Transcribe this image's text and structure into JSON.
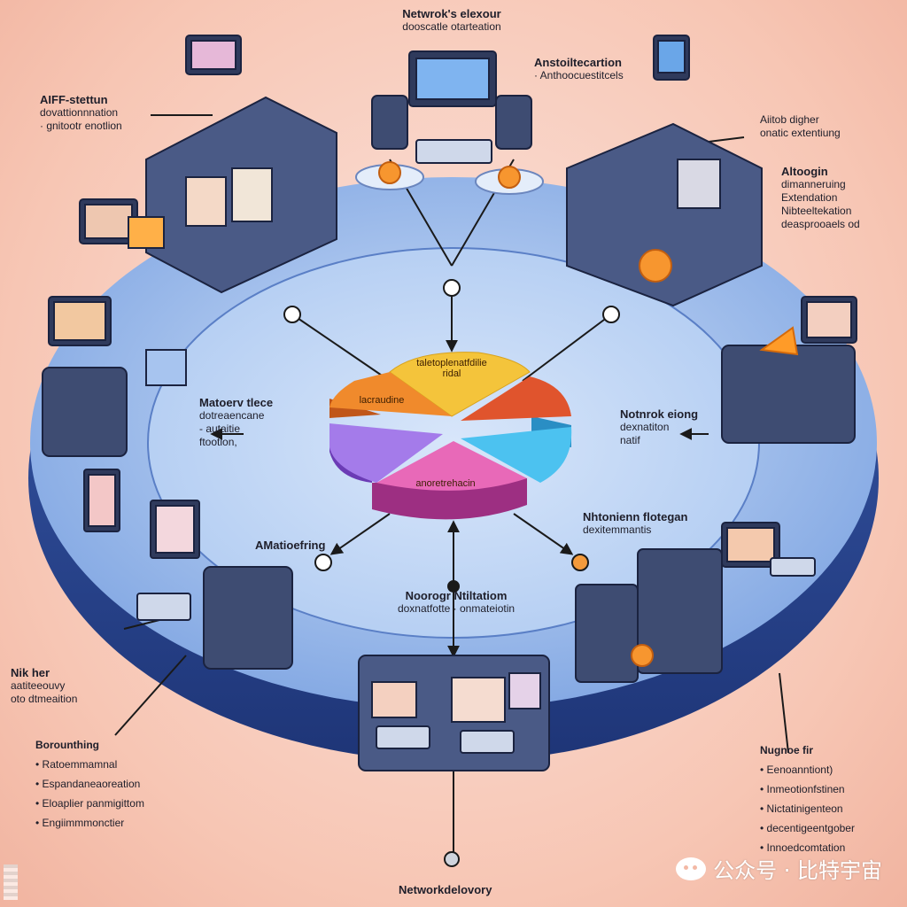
{
  "labels": {
    "top": {
      "title": "Netwrok's elexour",
      "sub": "dooscatle otarteation"
    },
    "top_right": {
      "title": "Anstoiltecartion",
      "sub": "· Anthoocuestitcels"
    },
    "upper_left": {
      "title": "AIFF-stettun",
      "sub1": "dovattionnnation",
      "sub2": "· gnitootr enotlion"
    },
    "right_a": {
      "title": "Aiitob digher",
      "sub": "onatic extentiung"
    },
    "right_b": {
      "title": "Altoogin",
      "sub1": "dimanneruing",
      "sub2": "Extendation",
      "sub3": "Nibteeltekation",
      "sub4": "deasprooaels od"
    },
    "mid_left": {
      "title": "Matoerv tlece",
      "sub1": "dotreaencane",
      "sub2": "- autaitie",
      "sub3": "ftootion,"
    },
    "mid_right": {
      "title": "Notnrok eiong",
      "sub1": "dexnatiton",
      "sub2": "natif"
    },
    "lower_right": {
      "title": "Nhtonienn flotegan",
      "sub": "dexitemmantis"
    },
    "lower_left": {
      "title": "AMatioefring"
    },
    "bottom_center": {
      "title": "Noorogr Ntiltatiom",
      "sub": "doxnatfotte · onmateiotin"
    },
    "far_left": {
      "title": "Nik her",
      "sub1": "aatiteeouvy",
      "sub2": "oto dtmeaition"
    },
    "pie_top": {
      "t1": "taletoplenatfdilie",
      "t2": "ridal"
    },
    "pie_left": "lacraudine",
    "pie_bottom": "anoretrehacin",
    "footer": "Networkdelovory"
  },
  "bullets_left": {
    "title": "Borounthing",
    "items": [
      "Ratoemmamnal",
      "Espandaneaoreation",
      "Eloaplier panmigittom",
      "Engiimmmonctier"
    ]
  },
  "bullets_right": {
    "title": "Nugnoe fir",
    "items": [
      "Eenoanntiont)",
      "Inmeotionfstinen",
      "Nictatinigenteon",
      "decentigeentgober",
      "Innoedcomtation"
    ]
  },
  "watermark": "公众号 · 比特宇宙",
  "colors": {
    "platform_top": "#a8c7ef",
    "platform_side": "#2f4f9f",
    "pie_yellow": "#f4c43b",
    "pie_orange": "#f08a2c",
    "pie_red": "#e0542d",
    "pie_purple": "#9c6fe6",
    "pie_pink": "#e05aae",
    "pie_cyan": "#4cc2f0",
    "hardware": "#3e4c72"
  }
}
